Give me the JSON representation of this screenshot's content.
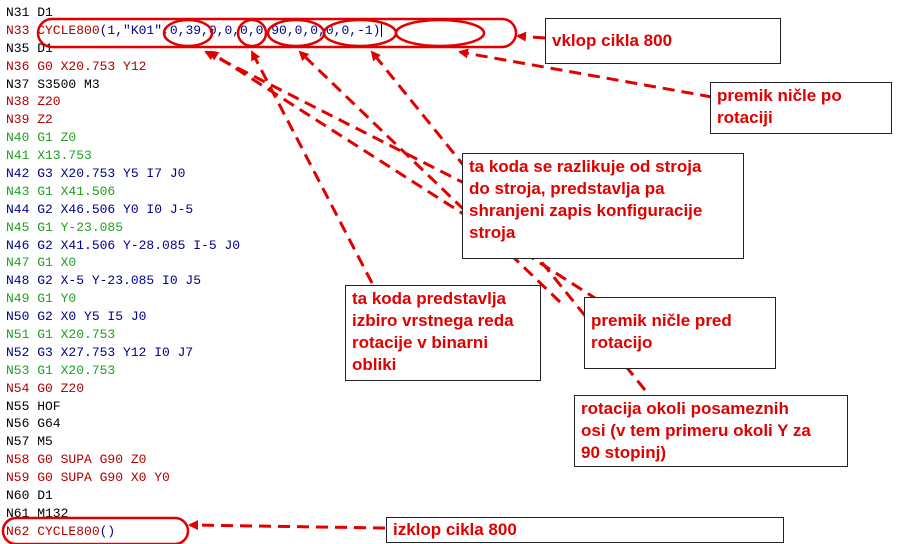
{
  "code_lines": [
    {
      "num": "N31",
      "text": " D1",
      "color": "black"
    },
    {
      "num": "N33",
      "text": " CYCLE800(1,\"K01\",0,39,0,0,0,0,90,0,0,0,0,-1)",
      "color": "red",
      "argColor": "blue"
    },
    {
      "num": "N35",
      "text": " D1",
      "color": "black"
    },
    {
      "num": "N36",
      "text": " G0 X20.753 Y12",
      "color": "red"
    },
    {
      "num": "N37",
      "text": " S3500 M3",
      "color": "black"
    },
    {
      "num": "N38",
      "text": " Z20",
      "color": "red"
    },
    {
      "num": "N39",
      "text": " Z2",
      "color": "red"
    },
    {
      "num": "N40",
      "text": " G1 Z0",
      "color": "green"
    },
    {
      "num": "N41",
      "text": " X13.753",
      "color": "green"
    },
    {
      "num": "N42",
      "text": " G3 X20.753 Y5 I7 J0",
      "color": "blue"
    },
    {
      "num": "N43",
      "text": " G1 X41.506",
      "color": "green"
    },
    {
      "num": "N44",
      "text": " G2 X46.506 Y0 I0 J-5",
      "color": "blue"
    },
    {
      "num": "N45",
      "text": " G1 Y-23.085",
      "color": "green"
    },
    {
      "num": "N46",
      "text": " G2 X41.506 Y-28.085 I-5 J0",
      "color": "blue"
    },
    {
      "num": "N47",
      "text": " G1 X0",
      "color": "green"
    },
    {
      "num": "N48",
      "text": " G2 X-5 Y-23.085 I0 J5",
      "color": "blue"
    },
    {
      "num": "N49",
      "text": " G1 Y0",
      "color": "green"
    },
    {
      "num": "N50",
      "text": " G2 X0 Y5 I5 J0",
      "color": "blue"
    },
    {
      "num": "N51",
      "text": " G1 X20.753",
      "color": "green"
    },
    {
      "num": "N52",
      "text": " G3 X27.753 Y12 I0 J7",
      "color": "blue"
    },
    {
      "num": "N53",
      "text": " G1 X20.753",
      "color": "green"
    },
    {
      "num": "N54",
      "text": " G0 Z20",
      "color": "red"
    },
    {
      "num": "N55",
      "text": " HOF",
      "color": "black"
    },
    {
      "num": "N56",
      "text": " G64",
      "color": "black"
    },
    {
      "num": "N57",
      "text": " M5",
      "color": "black"
    },
    {
      "num": "N58",
      "text": " G0 SUPA G90 Z0",
      "color": "red"
    },
    {
      "num": "N59",
      "text": " G0 SUPA G90 X0 Y0",
      "color": "red"
    },
    {
      "num": "N60",
      "text": " D1",
      "color": "black"
    },
    {
      "num": "N61",
      "text": " M132",
      "color": "black"
    },
    {
      "num": "N62",
      "text": " CYCLE800()",
      "color": "red",
      "argColor": "blue"
    }
  ],
  "annotations": {
    "vklop": [
      "vklop cikla 800"
    ],
    "premik_po": [
      "premik ničle po",
      "rotaciji"
    ],
    "razlikuje": [
      "ta koda se razlikuje od stroja",
      "do stroja, predstavlja pa",
      "shranjeni zapis konfiguracije",
      "stroja"
    ],
    "binarni": [
      "ta koda predstavlja",
      "izbiro vrstnega reda",
      "rotacije v binarni",
      "obliki"
    ],
    "premik_pred": [
      "premik ničle pred",
      "rotacijo"
    ],
    "rotacija": [
      "rotacija okoli posameznih",
      "osi (v tem primeru okoli Y za",
      "90 stopinj)"
    ],
    "izklop": [
      "izklop cikla 800"
    ]
  },
  "colors": {
    "annotation_red": "#e00000",
    "code_red": "#b00000",
    "code_blue": "#00008b",
    "code_green": "#20a020"
  }
}
